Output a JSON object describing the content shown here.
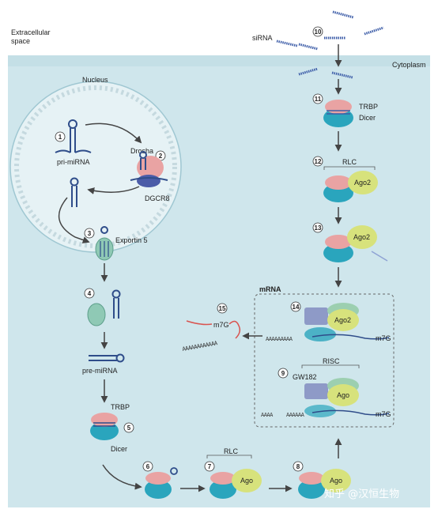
{
  "regions": {
    "extracellular_line1": "Extracellular",
    "extracellular_line2": "space",
    "cytoplasm": "Cytoplasm",
    "nucleus": "Nucleus",
    "mrna_box": "mRNA"
  },
  "steps": [
    "1",
    "2",
    "3",
    "4",
    "5",
    "6",
    "7",
    "8",
    "9",
    "10",
    "11",
    "12",
    "13",
    "14",
    "15"
  ],
  "labels": {
    "pri_mirna": "pri-miRNA",
    "drosha": "Drosha",
    "dgcr8": "DGCR8",
    "exportin5": "Exportin 5",
    "pre_mirna": "pre-miRNA",
    "trbp_left": "TRBP",
    "dicer_left": "Dicer",
    "rlc_bottom": "RLC",
    "ago_7": "Ago",
    "ago_8": "Ago",
    "sirna": "siRNA",
    "trbp_right": "TRBP",
    "dicer_right": "Dicer",
    "rlc_right": "RLC",
    "ago2_12": "Ago2",
    "ago2_13": "Ago2",
    "ago2_14": "Ago2",
    "polya_14": "AAAAAAAAA",
    "m7g_14": "m7G",
    "risc": "RISC",
    "gw182": "GW182",
    "ago_9": "Ago",
    "polya_9a": "AAAA",
    "polya_9b": "AAAAAA",
    "m7g_9": "m7G",
    "m7g_15": "m7G",
    "polya_15": "AAAAAAAAAAAA"
  },
  "watermark": "知乎 @汉恒生物",
  "colors": {
    "cytoplasm": "#cfe6ec",
    "nucleus": "#e6f2f5",
    "dicer_teal": "#2aa5bd",
    "trbp_pink": "#e9a3a3",
    "ago_green": "#d7e27c",
    "rna_blue": "#2f4d8a",
    "rna_red": "#d9534f",
    "exportin": "#8fc9b5",
    "gw182": "#8e9ac7"
  }
}
